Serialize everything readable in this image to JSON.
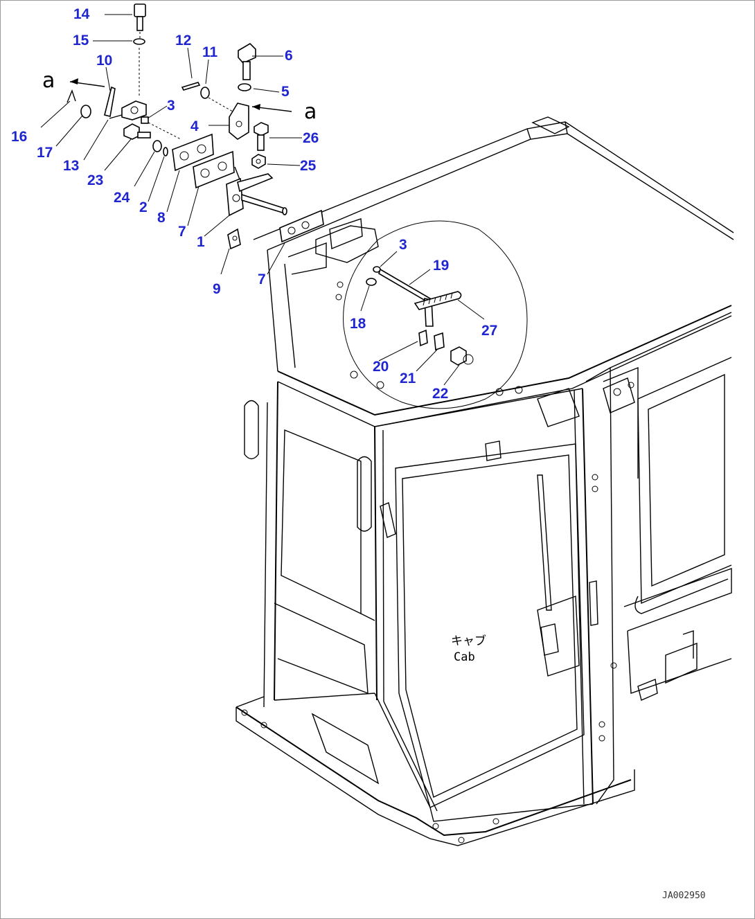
{
  "drawing": {
    "cab_label_jp": "キャブ",
    "cab_label_en": "Cab",
    "reference_code": "JA002950",
    "view_arrow_label": "a",
    "label_color": "#1f25cf"
  },
  "part_labels": [
    {
      "id": "p14",
      "text": "14"
    },
    {
      "id": "p15",
      "text": "15"
    },
    {
      "id": "p10",
      "text": "10"
    },
    {
      "id": "p12",
      "text": "12"
    },
    {
      "id": "p11",
      "text": "11"
    },
    {
      "id": "p6",
      "text": "6"
    },
    {
      "id": "p5",
      "text": "5"
    },
    {
      "id": "p3a",
      "text": "3"
    },
    {
      "id": "p4",
      "text": "4"
    },
    {
      "id": "p26",
      "text": "26"
    },
    {
      "id": "p25",
      "text": "25"
    },
    {
      "id": "p16",
      "text": "16"
    },
    {
      "id": "p17",
      "text": "17"
    },
    {
      "id": "p13",
      "text": "13"
    },
    {
      "id": "p23",
      "text": "23"
    },
    {
      "id": "p24",
      "text": "24"
    },
    {
      "id": "p2",
      "text": "2"
    },
    {
      "id": "p8",
      "text": "8"
    },
    {
      "id": "p7a",
      "text": "7"
    },
    {
      "id": "p1",
      "text": "1"
    },
    {
      "id": "p9",
      "text": "9"
    },
    {
      "id": "p7b",
      "text": "7"
    },
    {
      "id": "p3b",
      "text": "3"
    },
    {
      "id": "p19",
      "text": "19"
    },
    {
      "id": "p18",
      "text": "18"
    },
    {
      "id": "p27",
      "text": "27"
    },
    {
      "id": "p20",
      "text": "20"
    },
    {
      "id": "p21",
      "text": "21"
    },
    {
      "id": "p22",
      "text": "22"
    }
  ]
}
